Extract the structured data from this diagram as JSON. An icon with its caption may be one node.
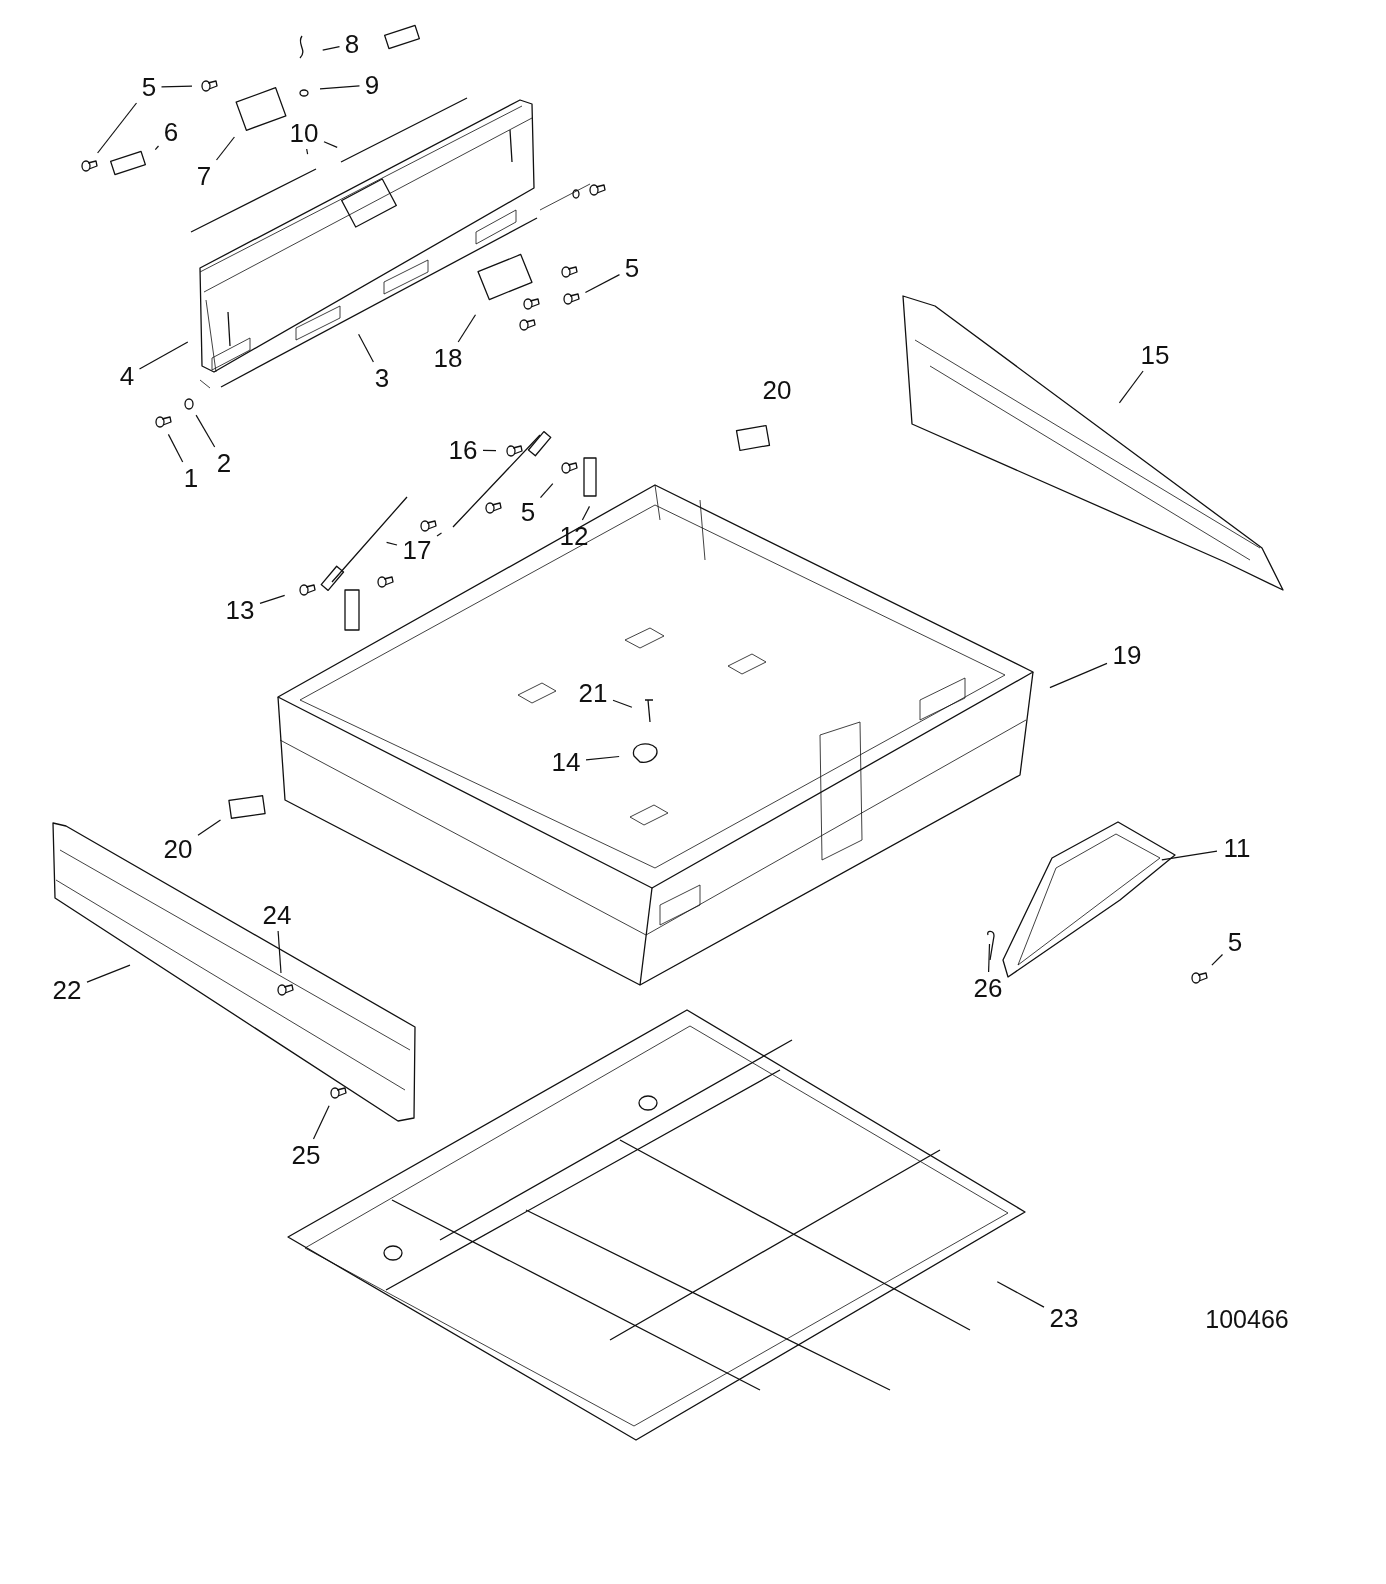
{
  "diagram": {
    "nodes": [
      {
        "text": [
          "8"
        ]
      },
      {
        "text": [
          "9"
        ]
      },
      {
        "text": [
          "5"
        ]
      },
      {
        "text": [
          "10"
        ]
      },
      {
        "text": [
          "6"
        ]
      },
      {
        "text": [
          "7"
        ]
      },
      {
        "text": [
          "5"
        ]
      },
      {
        "text": [
          "18"
        ]
      },
      {
        "text": [
          "4"
        ]
      },
      {
        "text": [
          "3"
        ]
      },
      {
        "text": [
          "16"
        ]
      },
      {
        "text": [
          "2"
        ]
      },
      {
        "text": [
          "1"
        ]
      },
      {
        "text": [
          "5"
        ]
      },
      {
        "text": [
          "12"
        ]
      },
      {
        "text": [
          "17"
        ]
      },
      {
        "text": [
          "13"
        ]
      },
      {
        "text": [
          "15"
        ]
      },
      {
        "text": [
          "19"
        ]
      },
      {
        "text": [
          "21"
        ]
      },
      {
        "text": [
          "14"
        ]
      },
      {
        "text": [
          "20"
        ]
      },
      {
        "text": [
          "11"
        ]
      },
      {
        "text": [
          "24"
        ]
      },
      {
        "text": [
          "5"
        ]
      },
      {
        "text": [
          "26"
        ]
      },
      {
        "text": [
          "22"
        ]
      },
      {
        "text": [
          "25"
        ]
      },
      {
        "text": [
          "23"
        ]
      }
    ],
    "edges": [
      {
        "from": 0,
        "to": null,
        "arrow": "none"
      },
      {
        "from": 1,
        "to": null,
        "arrow": "none"
      },
      {
        "from": 2,
        "to": null,
        "arrow": "none"
      },
      {
        "from": 2,
        "to": null,
        "arrow": "none"
      },
      {
        "from": 3,
        "to": null,
        "arrow": "none"
      },
      {
        "from": 3,
        "to": null,
        "arrow": "none"
      },
      {
        "from": 4,
        "to": null,
        "arrow": "none"
      },
      {
        "from": 5,
        "to": null,
        "arrow": "none"
      },
      {
        "from": 6,
        "to": null,
        "arrow": "none"
      },
      {
        "from": 7,
        "to": null,
        "arrow": "none"
      },
      {
        "from": 8,
        "to": null,
        "arrow": "none"
      },
      {
        "from": 9,
        "to": null,
        "arrow": "none"
      },
      {
        "from": 10,
        "to": null,
        "arrow": "none"
      },
      {
        "from": 11,
        "to": null,
        "arrow": "none"
      },
      {
        "from": 12,
        "to": null,
        "arrow": "none"
      },
      {
        "from": 13,
        "to": null,
        "arrow": "none"
      },
      {
        "from": 14,
        "to": null,
        "arrow": "none"
      },
      {
        "from": 15,
        "to": null,
        "arrow": "none"
      },
      {
        "from": 15,
        "to": null,
        "arrow": "none"
      },
      {
        "from": 16,
        "to": null,
        "arrow": "none"
      },
      {
        "from": 17,
        "to": null,
        "arrow": "none"
      },
      {
        "from": 18,
        "to": null,
        "arrow": "none"
      },
      {
        "from": 19,
        "to": null,
        "arrow": "none"
      },
      {
        "from": 20,
        "to": null,
        "arrow": "none"
      },
      {
        "from": 21,
        "to": null,
        "arrow": "none"
      },
      {
        "from": 22,
        "to": null,
        "arrow": "none"
      },
      {
        "from": 23,
        "to": null,
        "arrow": "none"
      },
      {
        "from": 24,
        "to": null,
        "arrow": "none"
      },
      {
        "from": 25,
        "to": null,
        "arrow": "none"
      },
      {
        "from": 26,
        "to": null,
        "arrow": "none"
      },
      {
        "from": 27,
        "to": null,
        "arrow": "none"
      },
      {
        "from": 28,
        "to": null,
        "arrow": "none"
      }
    ],
    "labels": [
      "20",
      "100466"
    ]
  }
}
